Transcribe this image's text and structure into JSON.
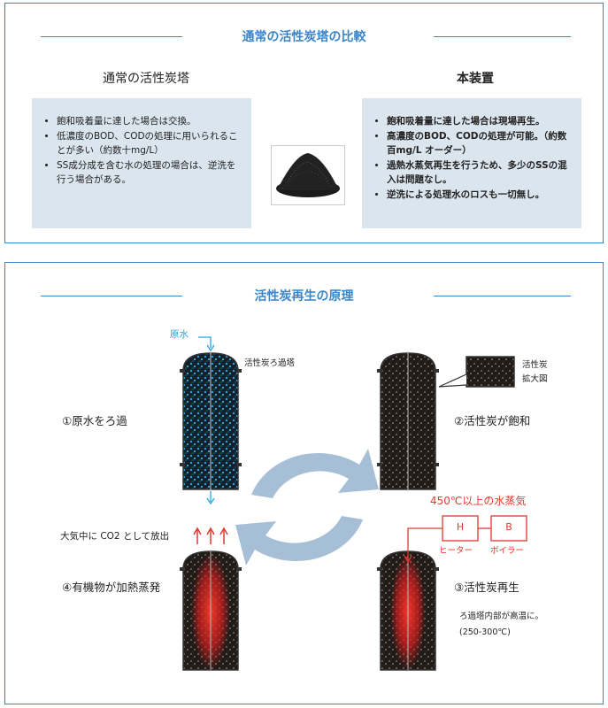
{
  "comparison": {
    "title": "通常の活性炭塔の比較",
    "left_title": "通常の活性炭塔",
    "right_title": "本装置",
    "left_items": [
      "飽和吸着量に達した場合は交換。",
      "低濃度のBOD、CODの処理に用いられることが多い（約数十mg/L）",
      "SS成分成を含む水の処理の場合は、逆洗を行う場合がある。"
    ],
    "right_items": [
      "飽和吸着量に達した場合は現場再生。",
      "高濃度のBOD、CODの処理が可能。（約数百mg/L オーダー）",
      "過熱水蒸気再生を行うため、多少のSSの混入は問題なし。",
      "逆洗による処理水のロスも一切無し。"
    ]
  },
  "principle": {
    "title": "活性炭再生の原理",
    "raw_water": "原水",
    "tower_label": "活性炭ろ過塔",
    "zoom_label_1": "活性炭",
    "zoom_label_2": "拡大図",
    "step1": "①原水をろ過",
    "step2": "②活性炭が飽和",
    "step3": "③活性炭再生",
    "step4": "④有機物が加熱蒸発",
    "co2": "大気中に CO2 として放出",
    "steam": "450℃以上の水蒸気",
    "heater_code": "H",
    "boiler_code": "B",
    "heater": "ヒーター",
    "boiler": "ボイラー",
    "note1": "ろ過塔内部が高温に。",
    "note2": "(250-300℃)"
  },
  "colors": {
    "accent": "#3a86c8",
    "box_bg": "#dbe5ee",
    "red": "#e03a2f",
    "water_blue": "#2aa3dc",
    "cycle_arrow": "#9fb9d2"
  }
}
